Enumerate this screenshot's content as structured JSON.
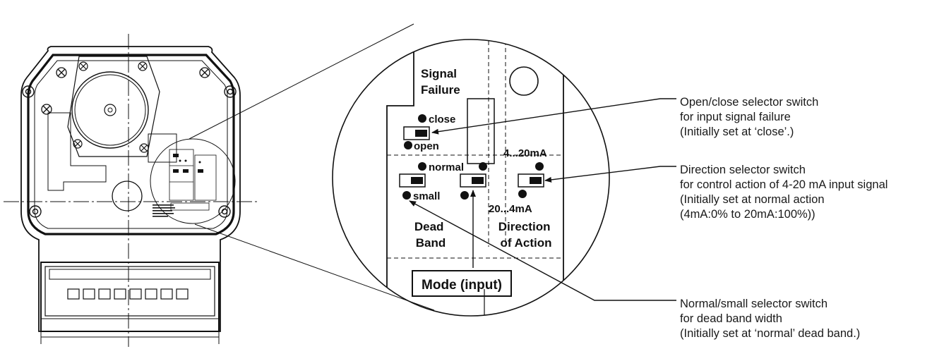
{
  "panel": {
    "signal_failure": [
      "Signal",
      "Failure"
    ],
    "close": "close",
    "open": "open",
    "normal": "normal",
    "small": "small",
    "range_top": "4...20mA",
    "range_bottom": "20...4mA",
    "dead_band": [
      "Dead",
      "Band"
    ],
    "direction_of_action": [
      "Direction",
      "of Action"
    ],
    "mode_input": "Mode (input)"
  },
  "callouts": {
    "signal_failure": {
      "title": "Open/close selector switch",
      "line2": "for input signal failure",
      "line3": "(Initially set at ‘close’.)"
    },
    "direction": {
      "title": "Direction selector switch",
      "line2": "for control action of 4-20 mA input signal",
      "line3": "(Initially set at normal action",
      "line4": "(4mA:0% to 20mA:100%))"
    },
    "dead_band": {
      "title": "Normal/small selector switch",
      "line2": "for dead band width",
      "line3": "(Initially set at ‘normal’ dead band.)"
    }
  },
  "colors": {
    "line": "#111111",
    "background": "#ffffff"
  }
}
